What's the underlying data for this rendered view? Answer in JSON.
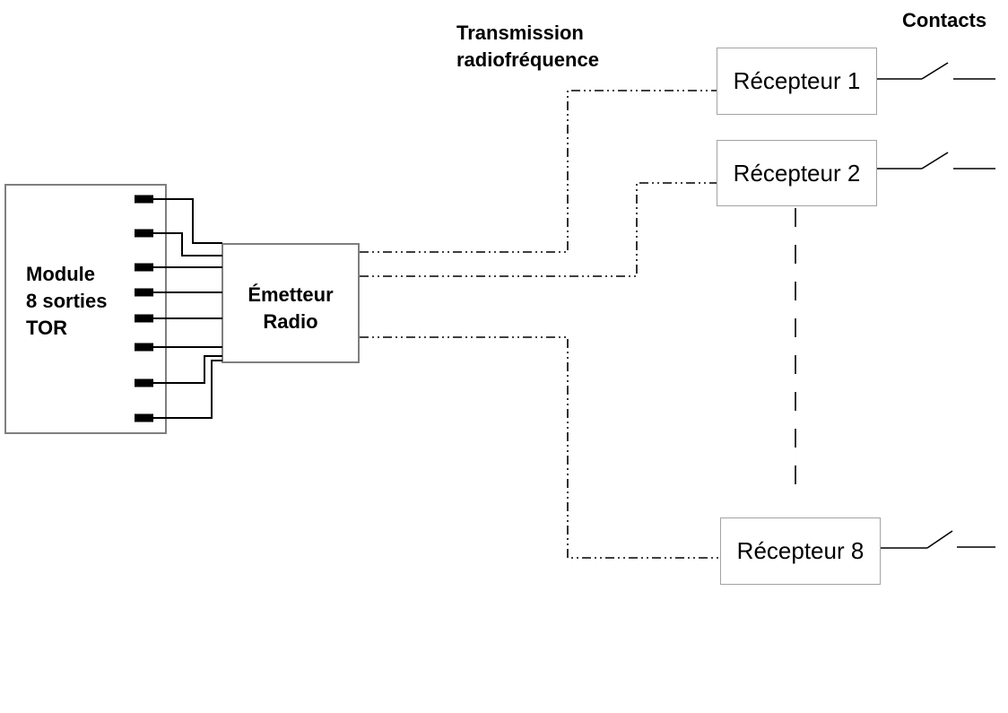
{
  "diagram": {
    "title_transmission": {
      "line1": "Transmission",
      "line2": "radiofréquence"
    },
    "title_contacts": "Contacts",
    "module_box": {
      "line1": "Module",
      "line2": "8 sorties",
      "line3": "TOR",
      "output_pins_count": 8
    },
    "emitter_box": {
      "line1": "Émetteur",
      "line2": "Radio"
    },
    "receivers": [
      {
        "label": "Récepteur 1"
      },
      {
        "label": "Récepteur 2"
      },
      {
        "label": "Récepteur 8"
      }
    ],
    "colors": {
      "wire": "#000000",
      "text": "#000000",
      "module_emitter_border": "#7f7f7f",
      "receiver_border": "#a3a3a3",
      "background": "#ffffff"
    }
  }
}
